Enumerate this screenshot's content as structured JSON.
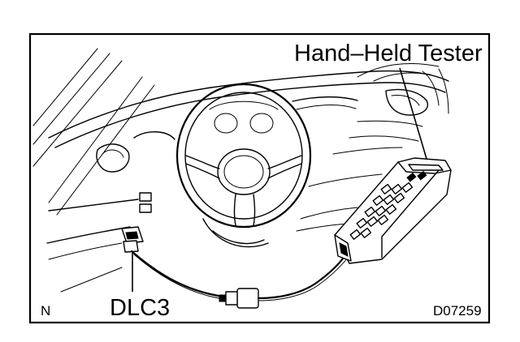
{
  "labels": {
    "tester": "Hand–Held Tester",
    "connector": "DLC3",
    "orientation": "N",
    "figure_code": "D07259"
  },
  "colors": {
    "ink": "#000000",
    "paper": "#ffffff"
  }
}
